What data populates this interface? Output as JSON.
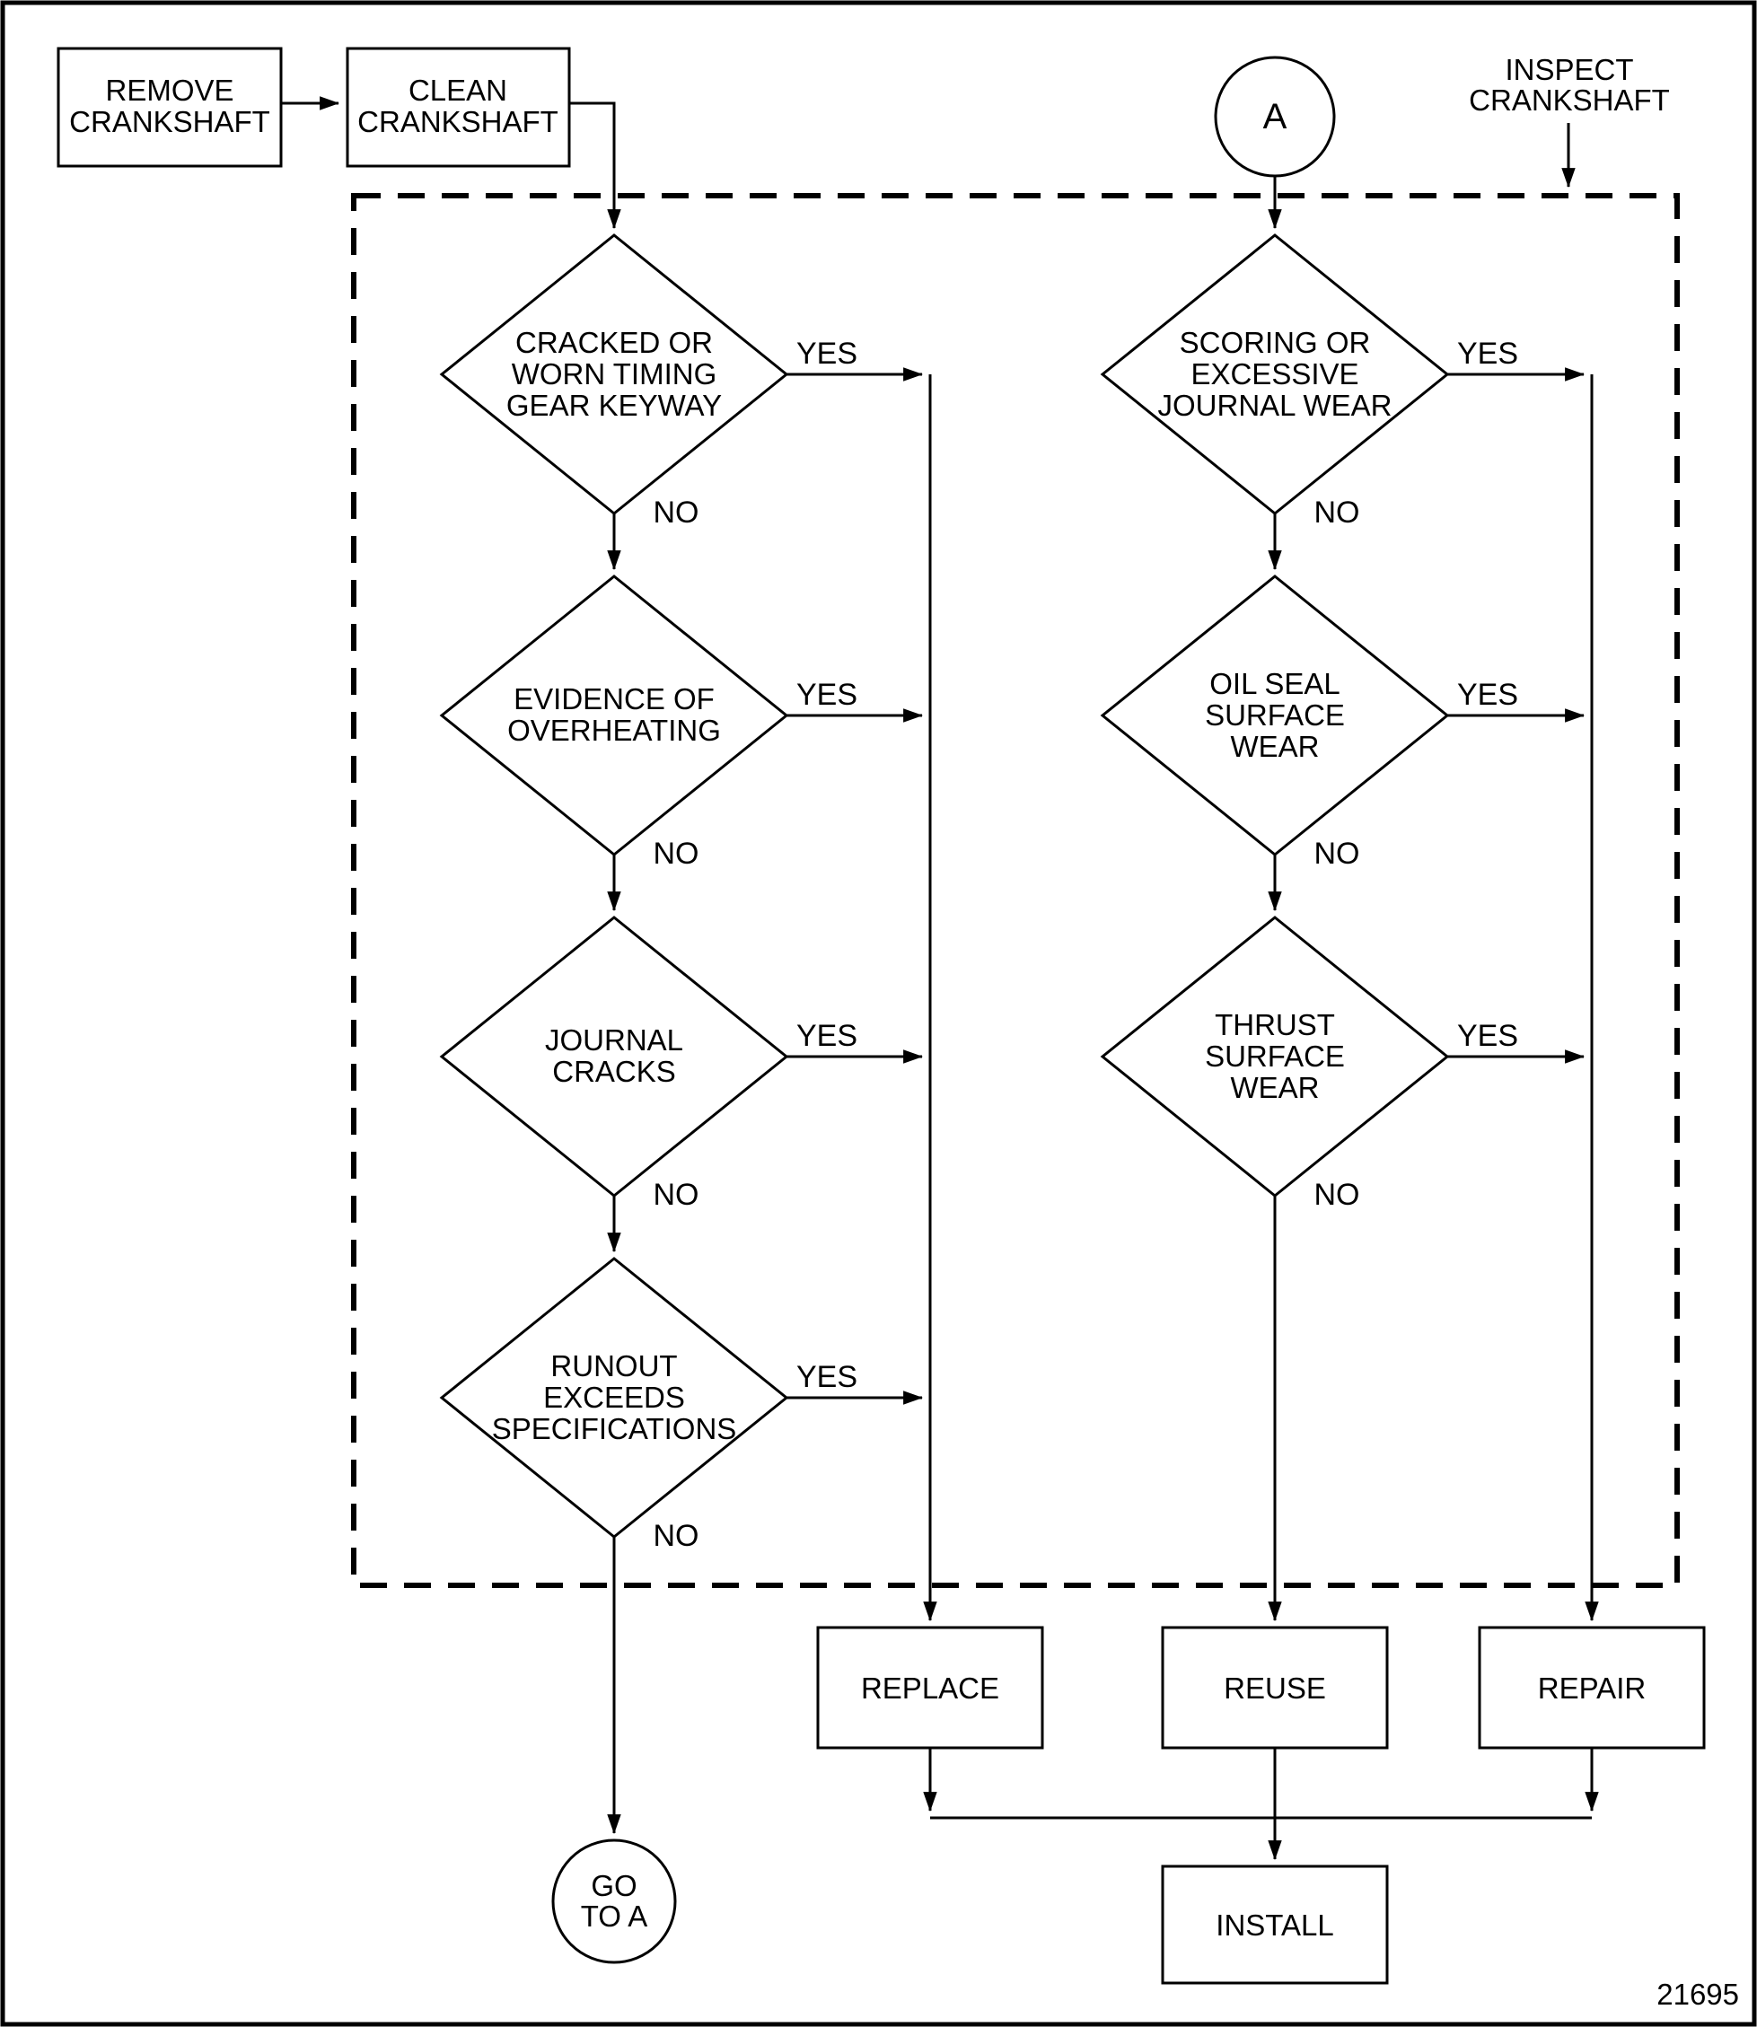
{
  "figure": {
    "code": "21695",
    "colors": {
      "line": "#000000",
      "background": "#ffffff"
    },
    "labels": {
      "yes": "YES",
      "no": "NO"
    },
    "start": {
      "remove": {
        "line1": "REMOVE",
        "line2": "CRANKSHAFT"
      },
      "clean": {
        "line1": "CLEAN",
        "line2": "CRANKSHAFT"
      }
    },
    "inspect_title": {
      "line1": "INSPECT",
      "line2": "CRANKSHAFT"
    },
    "connector_a": "A",
    "left_decisions": [
      {
        "lines": [
          "CRACKED OR",
          "WORN TIMING",
          "GEAR KEYWAY"
        ]
      },
      {
        "lines": [
          "EVIDENCE OF",
          "OVERHEATING"
        ]
      },
      {
        "lines": [
          "JOURNAL",
          "CRACKS"
        ]
      },
      {
        "lines": [
          "RUNOUT",
          "EXCEEDS",
          "SPECIFICATIONS"
        ]
      }
    ],
    "right_decisions": [
      {
        "lines": [
          "SCORING OR",
          "EXCESSIVE",
          "JOURNAL WEAR"
        ]
      },
      {
        "lines": [
          "OIL SEAL",
          "SURFACE",
          "WEAR"
        ]
      },
      {
        "lines": [
          "THRUST",
          "SURFACE",
          "WEAR"
        ]
      }
    ],
    "outcomes": {
      "replace": "REPLACE",
      "reuse": "REUSE",
      "repair": "REPAIR",
      "install": "INSTALL"
    },
    "goto_a": {
      "line1": "GO",
      "line2": "TO A"
    }
  }
}
